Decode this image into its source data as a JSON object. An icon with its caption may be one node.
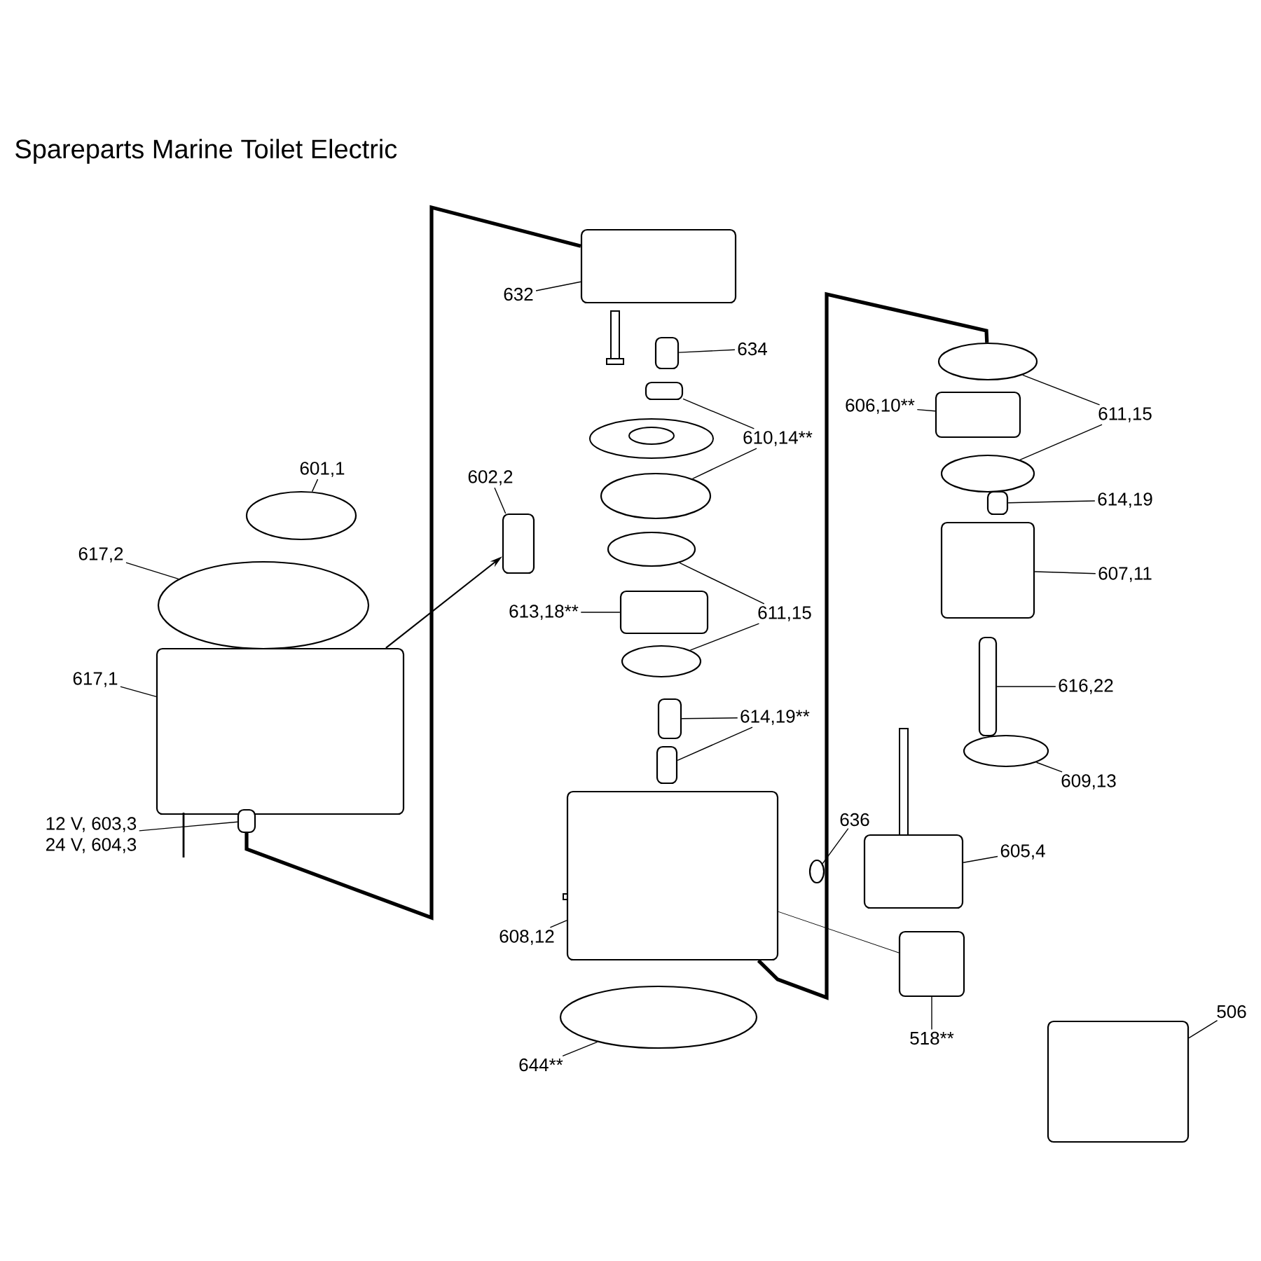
{
  "diagram": {
    "title": "Spareparts Marine Toilet Electric",
    "nodes": [
      {
        "text": [
          "601,1"
        ]
      },
      {
        "text": [
          "602,2"
        ]
      },
      {
        "text": [
          "617,2"
        ]
      },
      {
        "text": [
          "617,1"
        ]
      },
      {
        "text": [
          "12 V, 603,3",
          "24 V, 604,3"
        ]
      },
      {
        "text": [
          "632"
        ]
      },
      {
        "text": [
          "634"
        ]
      },
      {
        "text": [
          "610,14**"
        ]
      },
      {
        "text": [
          "613,18**"
        ]
      },
      {
        "text": [
          "611,15"
        ]
      },
      {
        "text": [
          "614,19**"
        ]
      },
      {
        "text": [
          "606,10**"
        ]
      },
      {
        "text": [
          "611,15"
        ]
      },
      {
        "text": [
          "614,19"
        ]
      },
      {
        "text": [
          "607,11"
        ]
      },
      {
        "text": [
          "616,22"
        ]
      },
      {
        "text": [
          "609,13"
        ]
      },
      {
        "text": [
          "636"
        ]
      },
      {
        "text": [
          "605,4"
        ]
      },
      {
        "text": [
          "608,12"
        ]
      },
      {
        "text": [
          "644**"
        ]
      },
      {
        "text": [
          "518**"
        ]
      },
      {
        "text": [
          "506"
        ]
      },
      {
        "text": [],
        "shape": "circle"
      },
      {
        "text": [],
        "shape": "box"
      },
      {
        "text": [],
        "shape": "circle"
      },
      {
        "text": [],
        "shape": "box"
      },
      {
        "text": [],
        "shape": "box"
      },
      {
        "text": [],
        "shape": "box"
      },
      {
        "text": [],
        "shape": "box"
      },
      {
        "text": [],
        "shape": "box"
      },
      {
        "text": [],
        "shape": "circle"
      },
      {
        "text": [],
        "shape": "circle"
      },
      {
        "text": [],
        "shape": "box"
      },
      {
        "text": [],
        "shape": "circle"
      },
      {
        "text": [],
        "shape": "box"
      },
      {
        "text": [],
        "shape": "box"
      },
      {
        "text": [],
        "shape": "box"
      },
      {
        "text": [],
        "shape": "circle"
      },
      {
        "text": [],
        "shape": "circle"
      },
      {
        "text": [],
        "shape": "box"
      },
      {
        "text": [],
        "shape": "box"
      },
      {
        "text": [],
        "shape": "box"
      },
      {
        "text": [],
        "shape": "circle"
      },
      {
        "text": [],
        "shape": "box"
      },
      {
        "text": [],
        "shape": "circle"
      },
      {
        "text": [],
        "shape": "box"
      },
      {
        "text": [],
        "shape": "box"
      },
      {
        "text": [],
        "shape": "box"
      },
      {
        "text": [],
        "shape": "circle"
      }
    ],
    "edges": [
      {
        "from": 0,
        "to": 23,
        "arrow": "none"
      },
      {
        "from": 1,
        "to": 24,
        "arrow": "none"
      },
      {
        "from": 2,
        "to": 25,
        "arrow": "none"
      },
      {
        "from": 3,
        "to": 26,
        "arrow": "none"
      },
      {
        "from": 4,
        "to": 27,
        "arrow": "none"
      },
      {
        "from": 5,
        "to": 28,
        "arrow": "none"
      },
      {
        "from": 6,
        "to": 29,
        "arrow": "none"
      },
      {
        "from": 7,
        "to": 30,
        "arrow": "none"
      },
      {
        "from": 7,
        "to": 31,
        "arrow": "none"
      },
      {
        "from": 8,
        "to": 33,
        "arrow": "none"
      },
      {
        "from": 9,
        "to": 32,
        "arrow": "none"
      },
      {
        "from": 9,
        "to": 34,
        "arrow": "none"
      },
      {
        "from": 10,
        "to": 35,
        "arrow": "none"
      },
      {
        "from": 10,
        "to": 36,
        "arrow": "none"
      },
      {
        "from": 11,
        "to": 44,
        "arrow": "none"
      },
      {
        "from": 12,
        "to": 43,
        "arrow": "none"
      },
      {
        "from": 12,
        "to": 45,
        "arrow": "none"
      },
      {
        "from": 13,
        "to": 46,
        "arrow": "none"
      },
      {
        "from": 14,
        "to": 47,
        "arrow": "none"
      },
      {
        "from": 15,
        "to": 48,
        "arrow": "none"
      },
      {
        "from": 16,
        "to": 49,
        "arrow": "none"
      },
      {
        "from": 17,
        "to": 39,
        "arrow": "none"
      },
      {
        "from": 18,
        "to": 40,
        "arrow": "none"
      },
      {
        "from": 19,
        "to": 37,
        "arrow": "none"
      },
      {
        "from": 20,
        "to": 38,
        "arrow": "none"
      },
      {
        "from": 21,
        "to": 41,
        "arrow": "none"
      },
      {
        "from": 22,
        "to": 42,
        "arrow": "none"
      },
      {
        "from": 26,
        "to": 24,
        "arrow": "to"
      },
      {
        "from": 27,
        "to": 28,
        "arrow": "none",
        "style": "thick"
      },
      {
        "from": 43,
        "to": 37,
        "arrow": "none",
        "style": "thick"
      },
      {
        "from": 37,
        "to": 41,
        "arrow": "none"
      }
    ]
  }
}
